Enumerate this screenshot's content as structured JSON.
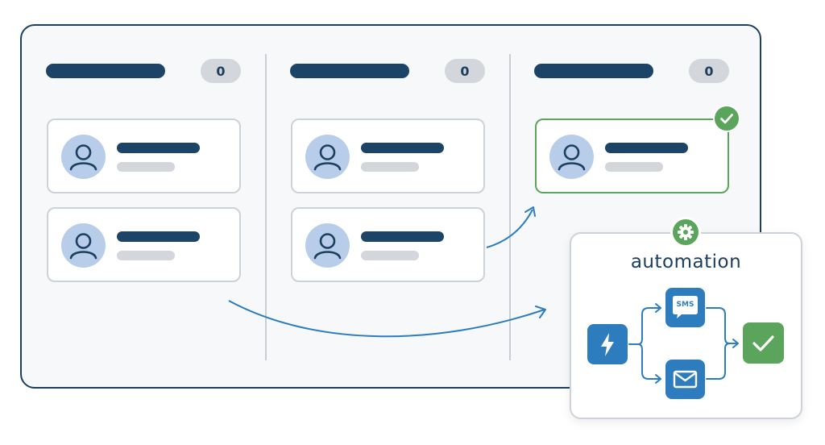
{
  "columns": [
    {
      "count": "0"
    },
    {
      "count": "0"
    },
    {
      "count": "0"
    }
  ],
  "automation": {
    "title": "automation",
    "sms_label": "SMS"
  },
  "icons": [
    "user-icon",
    "check-icon",
    "gear-icon",
    "lightning-icon",
    "sms-bubble-icon",
    "mail-icon"
  ],
  "colors": {
    "navy": "#1c4466",
    "accent_blue": "#2d7dbe",
    "success_green": "#5aa55b",
    "avatar_bg": "#b8cdea",
    "placeholder_grey": "#d3d6da"
  }
}
